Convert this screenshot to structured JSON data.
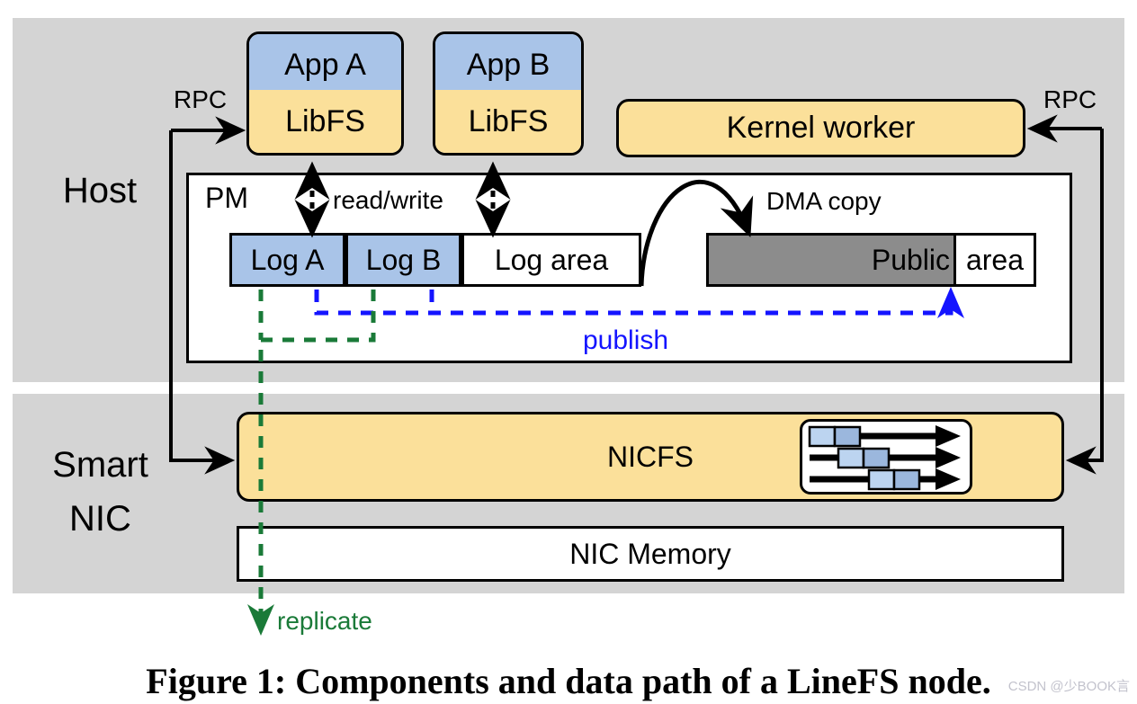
{
  "figure": {
    "caption": "Figure 1: Components and data path of a LineFS node.",
    "watermark": "CSDN @少BOOK言"
  },
  "colors": {
    "band_gray": "#d4d4d4",
    "app_blue": "#a9c4e8",
    "libfs_yellow": "#fbe09a",
    "public_gray": "#8c8c8c",
    "publish_blue": "#1414ff",
    "replicate_green": "#1a7a38",
    "stroke": "#000000",
    "page_white": "#ffffff"
  },
  "zones": [
    {
      "id": "host",
      "label": "Host"
    },
    {
      "id": "smartnic",
      "label": "Smart\nNIC",
      "label_line1": "Smart",
      "label_line2": "NIC"
    }
  ],
  "host": {
    "label": "Host",
    "apps": [
      {
        "name": "app-a",
        "top_label": "App A",
        "bottom_label": "LibFS"
      },
      {
        "name": "app-b",
        "top_label": "App B",
        "bottom_label": "LibFS"
      }
    ],
    "kernel_worker": {
      "label": "Kernel worker"
    },
    "pm": {
      "label": "PM",
      "log_blocks": [
        {
          "name": "log-a",
          "label": "Log A",
          "filled": true
        },
        {
          "name": "log-b",
          "label": "Log B",
          "filled": true
        }
      ],
      "log_area": {
        "label": "Log area"
      },
      "public_area": {
        "gray_label": "Public",
        "white_label": "area"
      }
    }
  },
  "smartnic": {
    "label_line1": "Smart",
    "label_line2": "NIC",
    "nicfs": {
      "label": "NICFS"
    },
    "nic_memory": {
      "label": "NIC Memory"
    },
    "pipeline_icon": {
      "rows": 3,
      "description": "pipelined-stages-icon"
    }
  },
  "annotations": {
    "rpc_left": "RPC",
    "rpc_right": "RPC",
    "read_write": "read/write",
    "dma_copy": "DMA copy",
    "publish": "publish",
    "replicate": "replicate"
  }
}
